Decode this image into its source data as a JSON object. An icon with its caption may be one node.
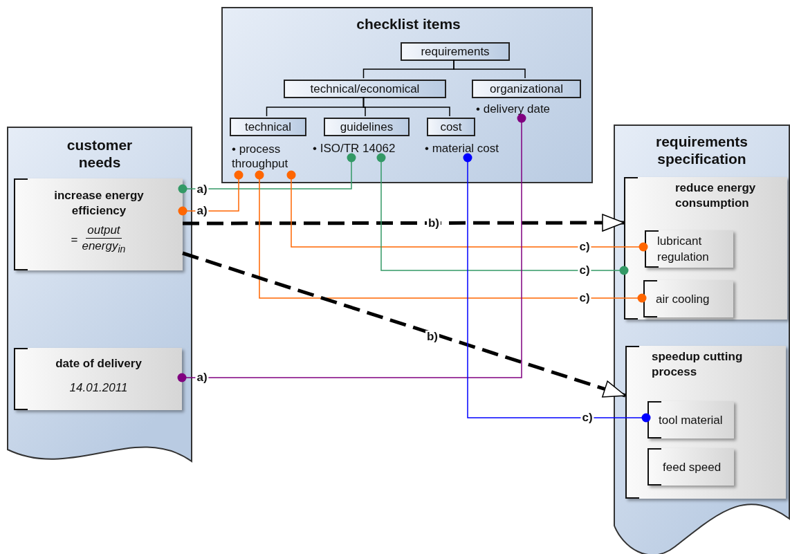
{
  "diagram": {
    "nodes": [
      {
        "text": [
          "checklist items"
        ]
      },
      {
        "text": [
          "requirements"
        ],
        "in": 0
      },
      {
        "text": [
          "technical/economical"
        ],
        "in": 0
      },
      {
        "text": [
          "organizational"
        ],
        "in": 0
      },
      {
        "text": [
          "technical"
        ],
        "in": 0
      },
      {
        "text": [
          "guidelines"
        ],
        "in": 0
      },
      {
        "text": [
          "cost"
        ],
        "in": 0
      },
      {
        "text": [
          "• process throughput"
        ],
        "in": 0
      },
      {
        "text": [
          "• ISO/TR 14062"
        ],
        "in": 0
      },
      {
        "text": [
          "• material cost"
        ],
        "in": 0
      },
      {
        "text": [
          "• delivery date"
        ],
        "in": 0
      },
      {
        "text": [
          "customer needs"
        ]
      },
      {
        "text": [
          "increase energy efficiency",
          "=",
          "output",
          "energy$_{in}$"
        ],
        "in": 11
      },
      {
        "text": [
          "date of delivery",
          "14.01.2011"
        ],
        "in": 11
      },
      {
        "text": [
          "requirements specification"
        ]
      },
      {
        "text": [
          "reduce energy consumption"
        ],
        "in": 14
      },
      {
        "text": [
          "lubricant regulation"
        ],
        "in": 15
      },
      {
        "text": [
          "air cooling"
        ],
        "in": 15
      },
      {
        "text": [
          "speedup cutting process"
        ],
        "in": 14
      },
      {
        "text": [
          "tool material"
        ],
        "in": 18
      },
      {
        "text": [
          "feed speed"
        ],
        "in": 18
      }
    ],
    "edges": [
      {
        "from": 1,
        "to": 2,
        "arrow": "none"
      },
      {
        "from": 1,
        "to": 3,
        "arrow": "none"
      },
      {
        "from": 2,
        "to": 4,
        "arrow": "none"
      },
      {
        "from": 2,
        "to": 5,
        "arrow": "none"
      },
      {
        "from": 2,
        "to": 6,
        "arrow": "none"
      },
      {
        "from": 8,
        "to": 12,
        "arrow": "other",
        "label": "a)",
        "color": "#339966"
      },
      {
        "from": 7,
        "to": 12,
        "arrow": "other",
        "label": "a)",
        "color": "#ff6600"
      },
      {
        "from": 12,
        "to": 15,
        "arrow": "to",
        "label": "b)",
        "style": "dashed"
      },
      {
        "from": 7,
        "to": 16,
        "arrow": "other",
        "label": "c)",
        "color": "#ff6600"
      },
      {
        "from": 8,
        "to": 15,
        "arrow": "other",
        "label": "c)",
        "color": "#339966"
      },
      {
        "from": 7,
        "to": 17,
        "arrow": "other",
        "label": "c)",
        "color": "#ff6600"
      },
      {
        "from": 12,
        "to": 18,
        "arrow": "to",
        "label": "b)",
        "style": "dashed"
      },
      {
        "from": 10,
        "to": 13,
        "arrow": "other",
        "label": "a)",
        "color": "#800080"
      },
      {
        "from": 9,
        "to": 19,
        "arrow": "other",
        "label": "c)",
        "color": "#0000ff"
      }
    ]
  }
}
